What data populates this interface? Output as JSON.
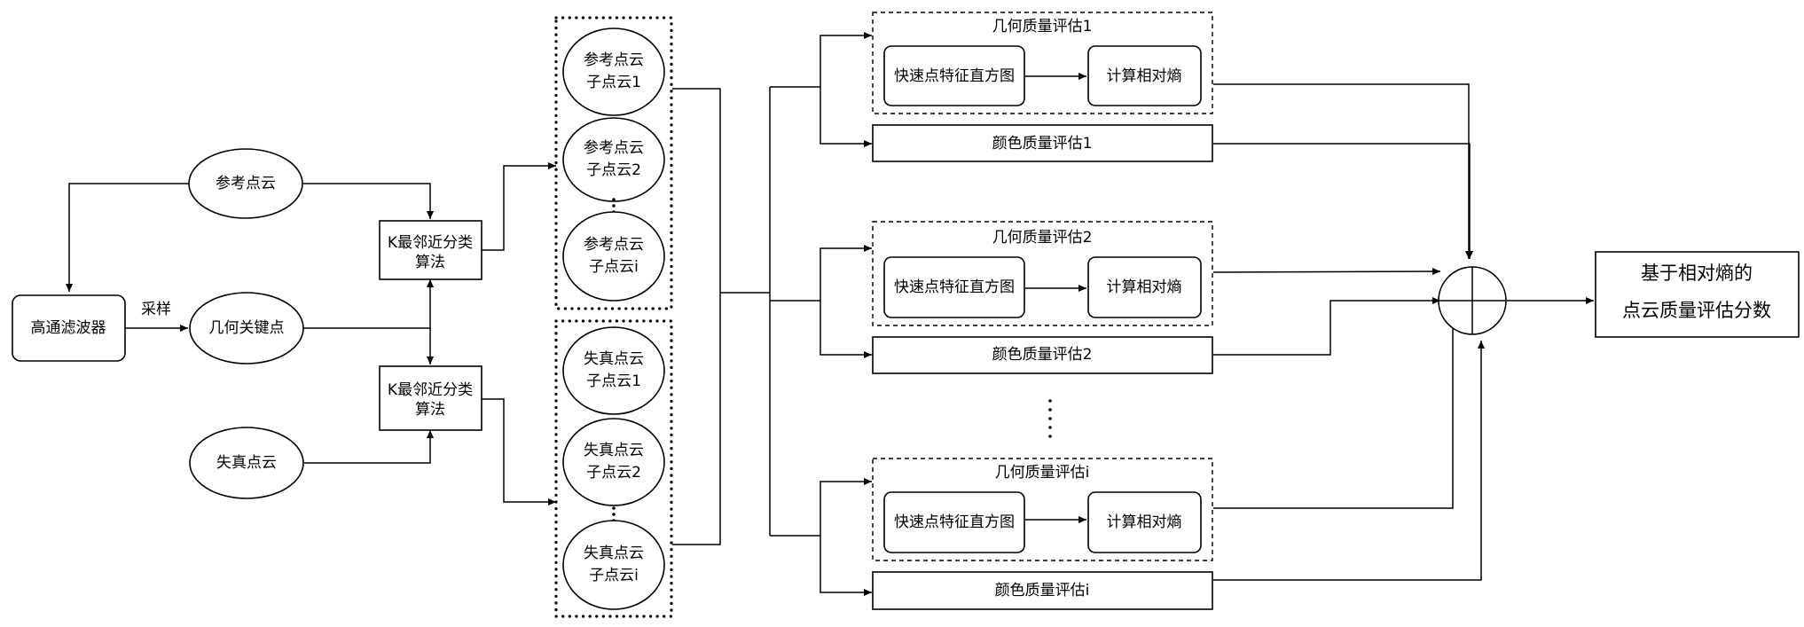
{
  "inputs": {
    "reference_cloud": "参考点云",
    "distorted_cloud": "失真点云",
    "high_pass_filter": "高通滤波器",
    "sampling_label": "采样",
    "geometric_keypoints": "几何关键点"
  },
  "knn": {
    "top": [
      "K最邻近分类",
      "算法"
    ],
    "bottom": [
      "K最邻近分类",
      "算法"
    ]
  },
  "reference_subclouds": [
    [
      "参考点云",
      "子点云1"
    ],
    [
      "参考点云",
      "子点云2"
    ],
    [
      "参考点云",
      "子点云i"
    ]
  ],
  "distorted_subclouds": [
    [
      "失真点云",
      "子点云1"
    ],
    [
      "失真点云",
      "子点云2"
    ],
    [
      "失真点云",
      "子点云i"
    ]
  ],
  "quality_blocks": [
    {
      "geometry_title": "几何质量评估1",
      "fpfh": "快速点特征直方图",
      "entropy": "计算相对熵",
      "color": "颜色质量评估1"
    },
    {
      "geometry_title": "几何质量评估2",
      "fpfh": "快速点特征直方图",
      "entropy": "计算相对熵",
      "color": "颜色质量评估2"
    },
    {
      "geometry_title": "几何质量评估i",
      "fpfh": "快速点特征直方图",
      "entropy": "计算相对熵",
      "color": "颜色质量评估i"
    }
  ],
  "output": [
    "基于相对熵的",
    "点云质量评估分数"
  ]
}
